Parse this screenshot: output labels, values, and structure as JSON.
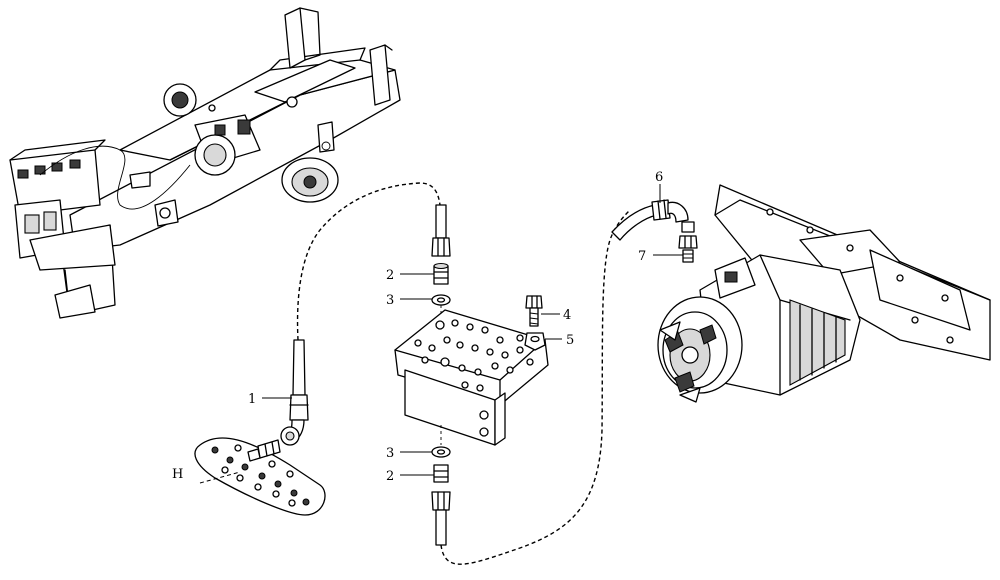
{
  "callouts": {
    "c1": "1",
    "c2a": "2",
    "c3a": "3",
    "c4": "4",
    "c5": "5",
    "c3b": "3",
    "c2b": "2",
    "c6": "6",
    "c7": "7",
    "cH": "H"
  }
}
